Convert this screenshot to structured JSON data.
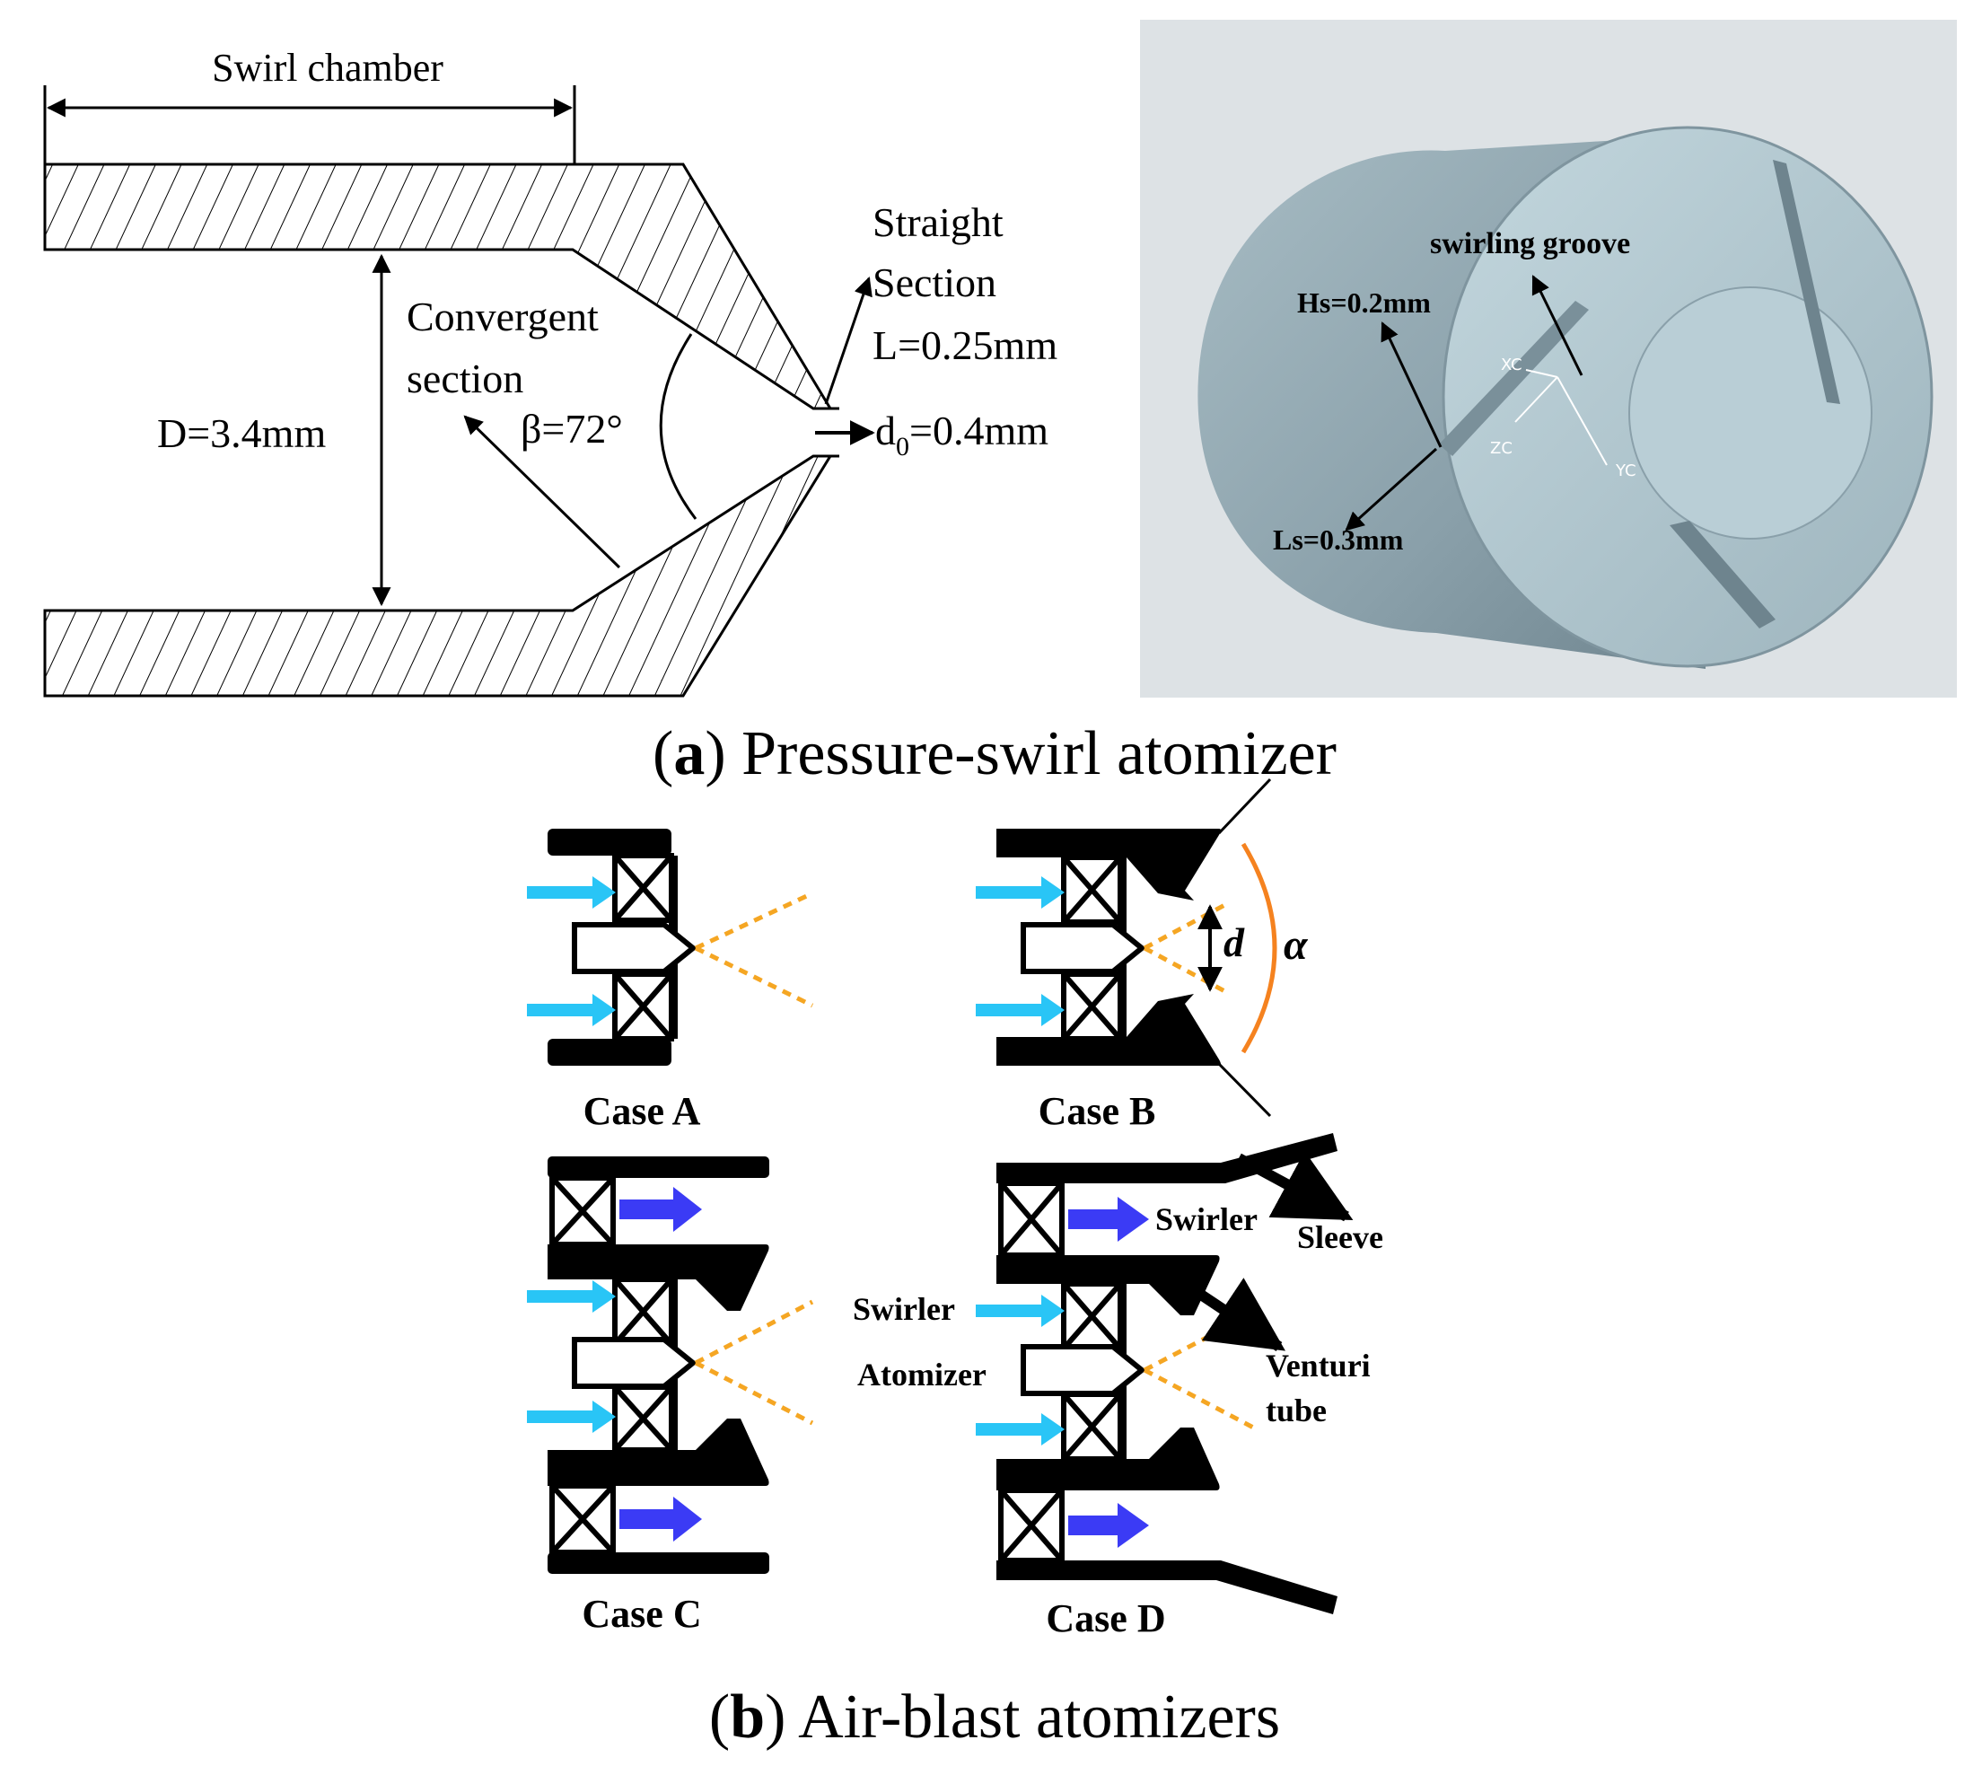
{
  "panel_a": {
    "caption_letter": "a",
    "caption_text": " Pressure-swirl atomizer",
    "swirl_chamber": "Swirl chamber",
    "straight_section_1": "Straight",
    "straight_section_2": "Section",
    "straight_length": "L=0.25mm",
    "convergent_1": "Convergent",
    "convergent_2": "section",
    "diameter": "D=3.4mm",
    "beta": "β=72°",
    "orifice_prefix": "d",
    "orifice_sub": "0",
    "orifice_value": "=0.4mm",
    "render": {
      "swirling_groove": "swirling groove",
      "hs": "Hs=0.2mm",
      "ls": "Ls=0.3mm",
      "axis_xc": "XC",
      "axis_yc": "YC",
      "axis_zc": "ZC",
      "background_color": "#dde2e5",
      "body_color": "#8fa5ae",
      "face_color": "#afc6cf"
    }
  },
  "panel_b": {
    "caption_letter": "b",
    "caption_text": " Air-blast atomizers",
    "case_a": "Case A",
    "case_b": "Case B",
    "case_c": "Case C",
    "case_d": "Case D",
    "d_label": "d",
    "alpha_label": "α",
    "swirler_outer": "Swirler",
    "sleeve": "Sleeve",
    "swirler_inner": "Swirler",
    "atomizer": "Atomizer",
    "venturi_1": "Venturi",
    "venturi_2": "tube",
    "colors": {
      "inner_air_arrow": "#29c5f6",
      "outer_air_arrow": "#3b3bf5",
      "spray_cone": "#f5a623",
      "cone_angle_arc": "#f5821f"
    }
  }
}
